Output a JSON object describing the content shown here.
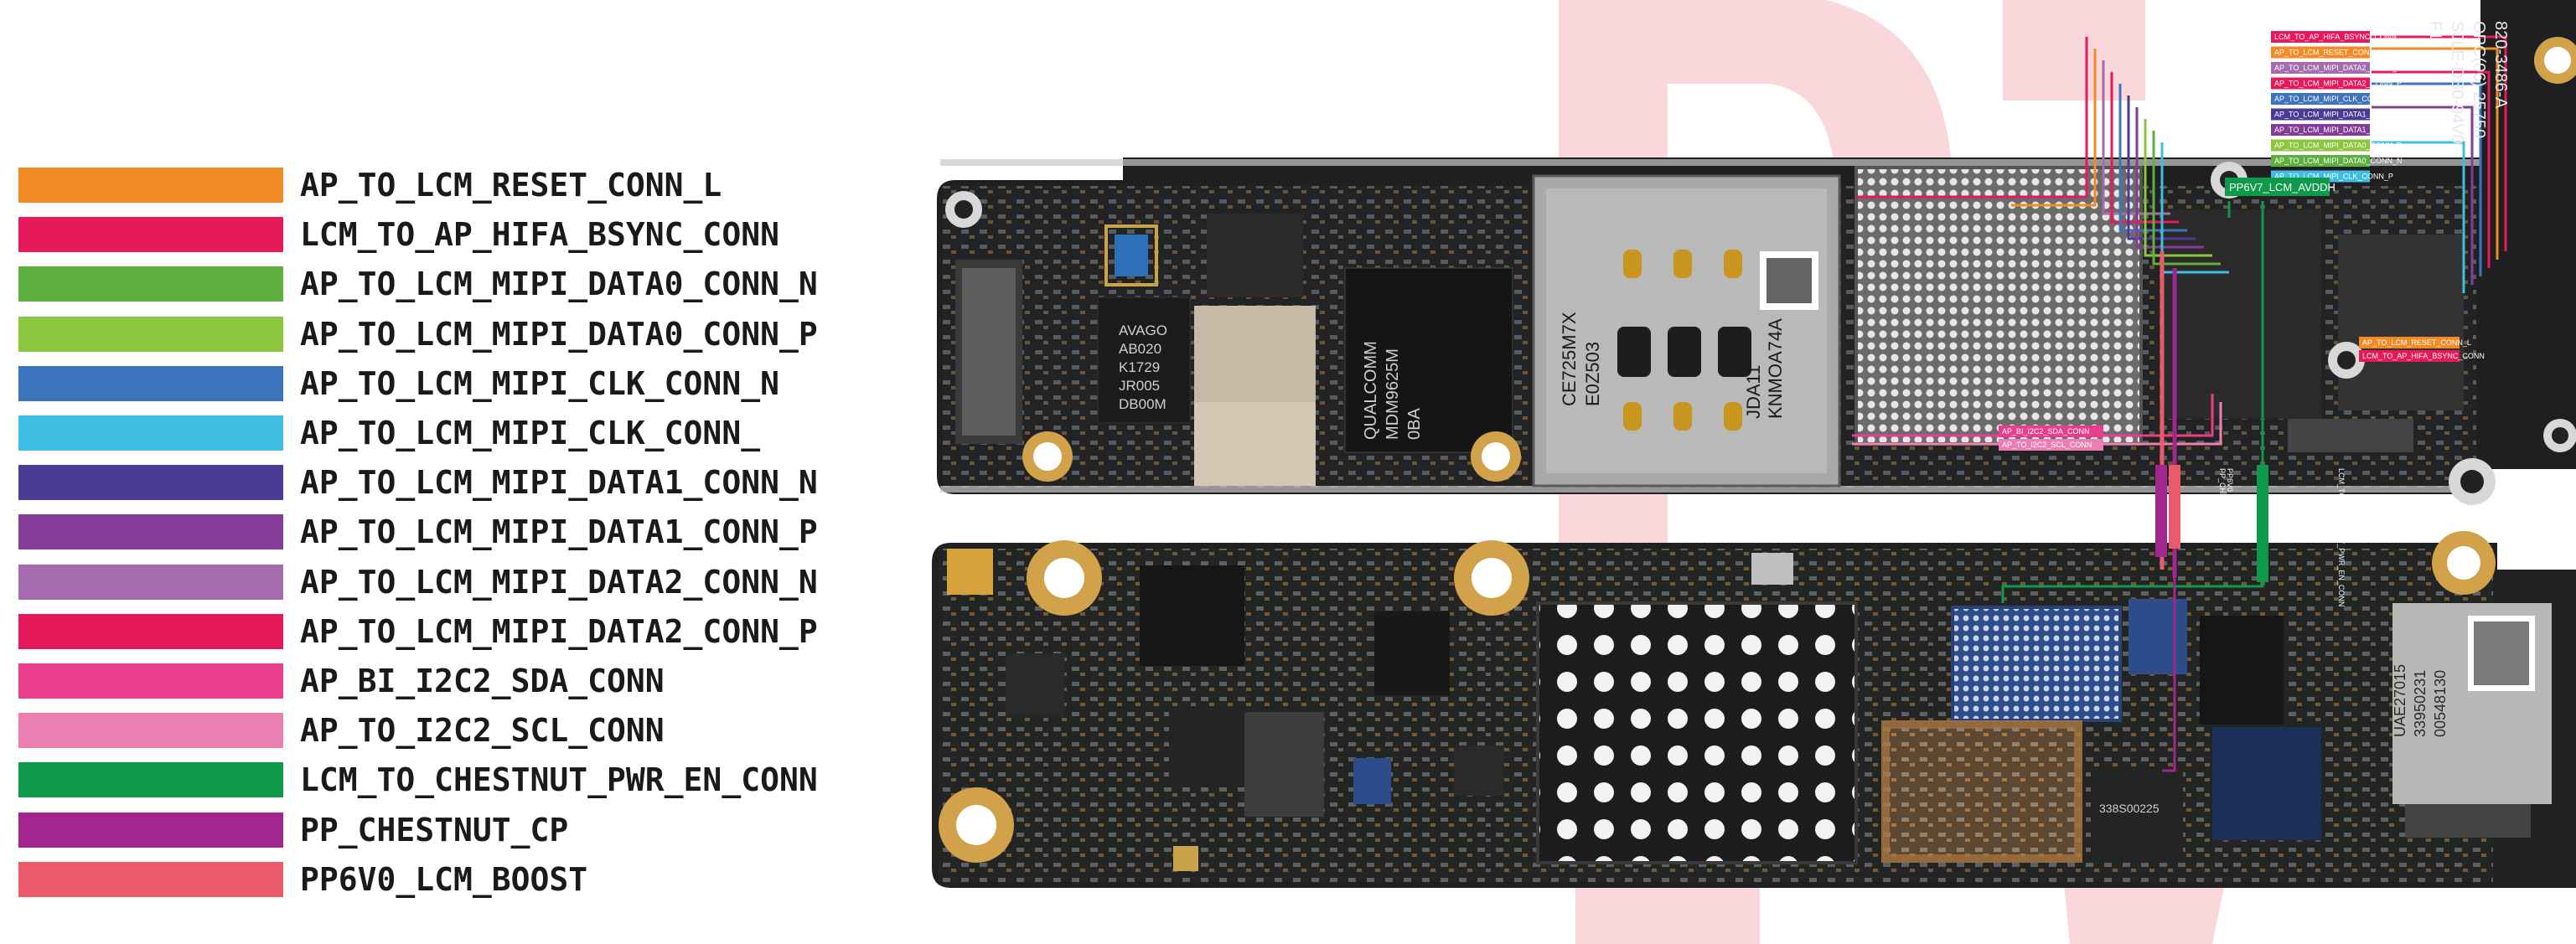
{
  "legend": [
    {
      "label": "AP_TO_LCM_RESET_CONN_L",
      "color": "#f28a25"
    },
    {
      "label": "LCM_TO_AP_HIFA_BSYNC_CONN",
      "color": "#e8195a"
    },
    {
      "label": "AP_TO_LCM_MIPI_DATA0_CONN_N",
      "color": "#5db03e"
    },
    {
      "label": "AP_TO_LCM_MIPI_DATA0_CONN_P",
      "color": "#8cc63f"
    },
    {
      "label": "AP_TO_LCM_MIPI_CLK_CONN_N",
      "color": "#3c74bd"
    },
    {
      "label": "AP_TO_LCM_MIPI_CLK_CONN_",
      "color": "#3fbde3"
    },
    {
      "label": "AP_TO_LCM_MIPI_DATA1_CONN_N",
      "color": "#4b3b97"
    },
    {
      "label": "AP_TO_LCM_MIPI_DATA1_CONN_P",
      "color": "#843d97"
    },
    {
      "label": "AP_TO_LCM_MIPI_DATA2_CONN_N",
      "color": "#a56baf"
    },
    {
      "label": "AP_TO_LCM_MIPI_DATA2_CONN_P",
      "color": "#e8195a"
    },
    {
      "label": "AP_BI_I2C2_SDA_CONN",
      "color": "#e83e8c"
    },
    {
      "label": "AP_TO_I2C2_SCL_CONN",
      "color": "#ec7fb1"
    },
    {
      "label": "LCM_TO_CHESTNUT_PWR_EN_CONN",
      "color": "#0f9a4a"
    },
    {
      "label": "PP_CHESTNUT_CP",
      "color": "#a1278f"
    },
    {
      "label": "PP6V0_LCM_BOOST",
      "color": "#ea5a6a"
    }
  ],
  "board": {
    "chips": {
      "avago": [
        "AVAGO",
        "AB020",
        "K1729",
        "JR005",
        "DB00M"
      ],
      "qualcomm": [
        "QUALCOMM",
        "MDM9625M",
        "0BA"
      ],
      "ce_chip": [
        "CE725M7X",
        "E0Z503"
      ],
      "jda": [
        "JDA11",
        "KNMOA74A"
      ],
      "top_right": [
        "820-3486-A",
        "OPC(06) 25750",
        "SJLE-DS0-94V0",
        "F1"
      ],
      "bottom_right": [
        "UAE27015",
        "33950231",
        "00548130"
      ],
      "bottom_ic": [
        "338S00225"
      ]
    },
    "net_tags": [
      "LCM_TO_AP_HIFA_BSYNC_CONN",
      "AP_TO_LCM_RESET_CONN_L",
      "AP_TO_LCM_MIPI_DATA2_CONN_N",
      "AP_TO_LCM_MIPI_DATA2_CONN_P",
      "AP_TO_LCM_MIPI_CLK_CONN_N",
      "AP_TO_LCM_MIPI_DATA1_CONN_N",
      "AP_TO_LCM_MIPI_DATA1_CONN_P",
      "AP_TO_LCM_MIPI_DATA0_CONN_P",
      "AP_TO_LCM_MIPI_DATA0_CONN_N",
      "AP_TO_LCM_MIPI_CLK_CONN_P"
    ],
    "pp_tag": "PP6V7_LCM_AVDDH",
    "i2c_tags": [
      "AP_BI_I2C2_SDA_CONN",
      "AP_TO_I2C2_SCL_CONN"
    ],
    "right_tags": [
      "AP_TO_LCM_RESET_CONN_L",
      "LCM_TO_AP_HIFA_BSYNC_CONN"
    ],
    "vertical_tags": [
      "PP_CHESTNUT_CP",
      "PP6V0_LCM_BOOST",
      "LCM_TO_CHESTNUT_PWR_EN_CONN"
    ]
  }
}
